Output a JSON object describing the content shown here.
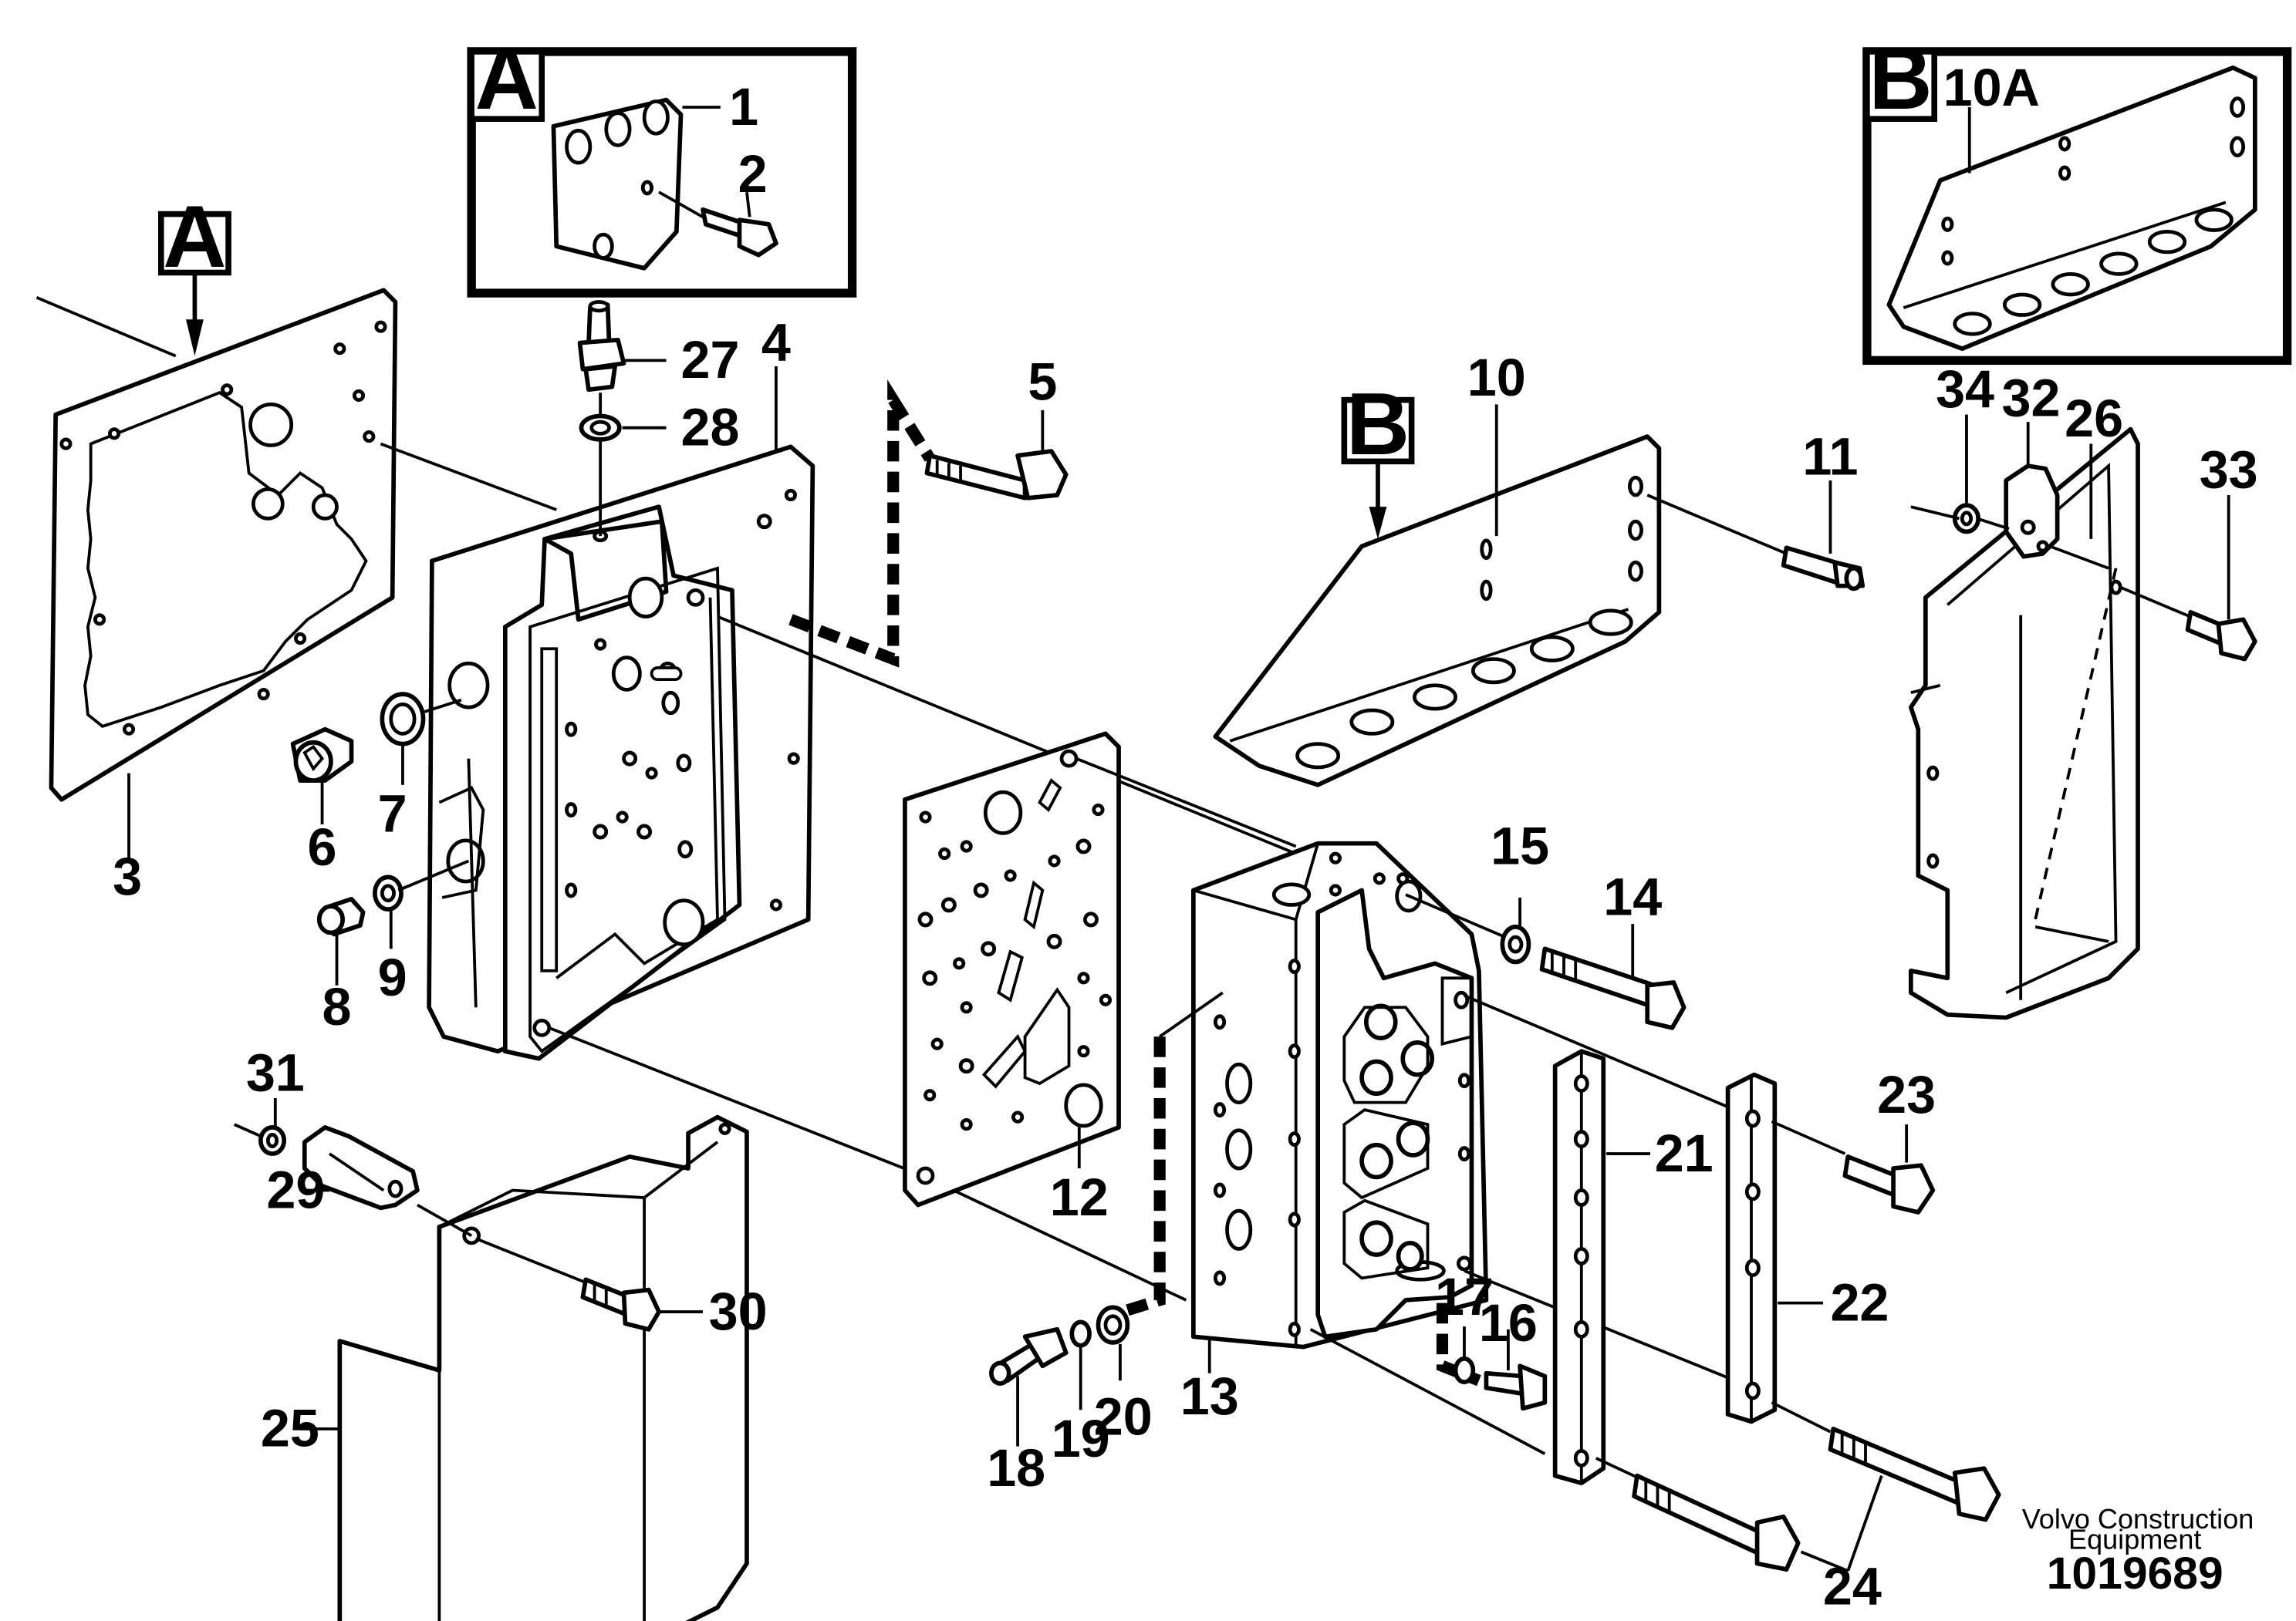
{
  "callout_labels": {
    "p1": "1",
    "p2": "2",
    "p3": "3",
    "p4": "4",
    "p5": "5",
    "p6": "6",
    "p7": "7",
    "p8": "8",
    "p9": "9",
    "p10": "10",
    "p10a": "10A",
    "p11": "11",
    "p12": "12",
    "p13": "13",
    "p14": "14",
    "p15": "15",
    "p16": "16",
    "p17": "17",
    "p18": "18",
    "p19": "19",
    "p20": "20",
    "p21": "21",
    "p22": "22",
    "p23": "23",
    "p24": "24",
    "p25": "25",
    "p26": "26",
    "p27": "27",
    "p28": "28",
    "p29": "29",
    "p30": "30",
    "p31": "31",
    "p32": "32",
    "p33": "33",
    "p34": "34"
  },
  "detail_boxes": {
    "a_inset": "A",
    "b_inset": "B",
    "a_marker": "A",
    "b_marker": "B"
  },
  "credit": {
    "line1": "Volvo Construction",
    "line2": "Equipment",
    "doc_number": "1019689"
  }
}
